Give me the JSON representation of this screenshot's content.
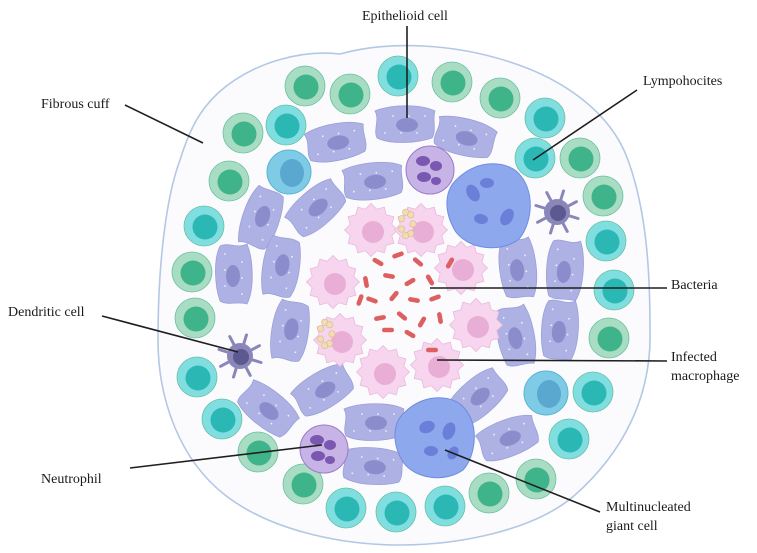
{
  "labels": {
    "epithelioid": "Epithelioid cell",
    "lymphocytes": "Lympohocites",
    "fibrous_cuff": "Fibrous cuff",
    "bacteria": "Bacteria",
    "dendritic": "Dendritic cell",
    "infected_line1": "Infected",
    "infected_line2": "macrophage",
    "neutrophil": "Neutrophil",
    "giant_line1": "Multinucleated",
    "giant_line2": "giant cell"
  },
  "colors": {
    "cuff_outline": "#b3c8e4",
    "cuff_fill": "#fbfbfe",
    "lymphocyte_outer": "#a8dcc3",
    "lymphocyte_inner": "#3fb38a",
    "lymph_teal_outer": "#80dde0",
    "lymph_teal_inner": "#2bb8b4",
    "epithelioid": "#aeb1e4",
    "epithelioid_nucleus": "#8b8ccc",
    "macrophage_outer": "#f7d5ee",
    "macrophage_inner": "#e9aed6",
    "bacteria": "#dd5f5f",
    "giant_cell": "#8ea8ee",
    "dendritic": "#8a86b8",
    "neutrophil": "#9a7bc8"
  }
}
